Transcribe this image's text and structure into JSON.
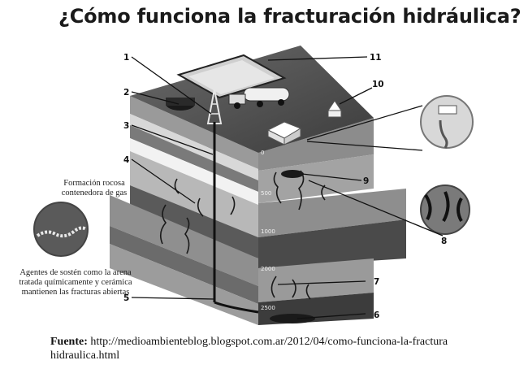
{
  "title": "¿Cómo funciona la fracturación hidráulica?",
  "callouts": [
    "1",
    "2",
    "3",
    "4",
    "5",
    "6",
    "7",
    "8",
    "9",
    "10",
    "11"
  ],
  "depth_labels": [
    "0",
    "500",
    "1000",
    "2000",
    "2500"
  ],
  "captions": {
    "rock": "Formación rocosa contenedora de gas",
    "proppant": "Agentes de sostén como la arena tratada químicamente y cerámica mantienen las fracturas abiertas"
  },
  "source": {
    "label": "Fuente:",
    "url": "http://medioambienteblog.blogspot.com.ar/2012/04/como-funciona-la-fractura hidraulica.html"
  }
}
